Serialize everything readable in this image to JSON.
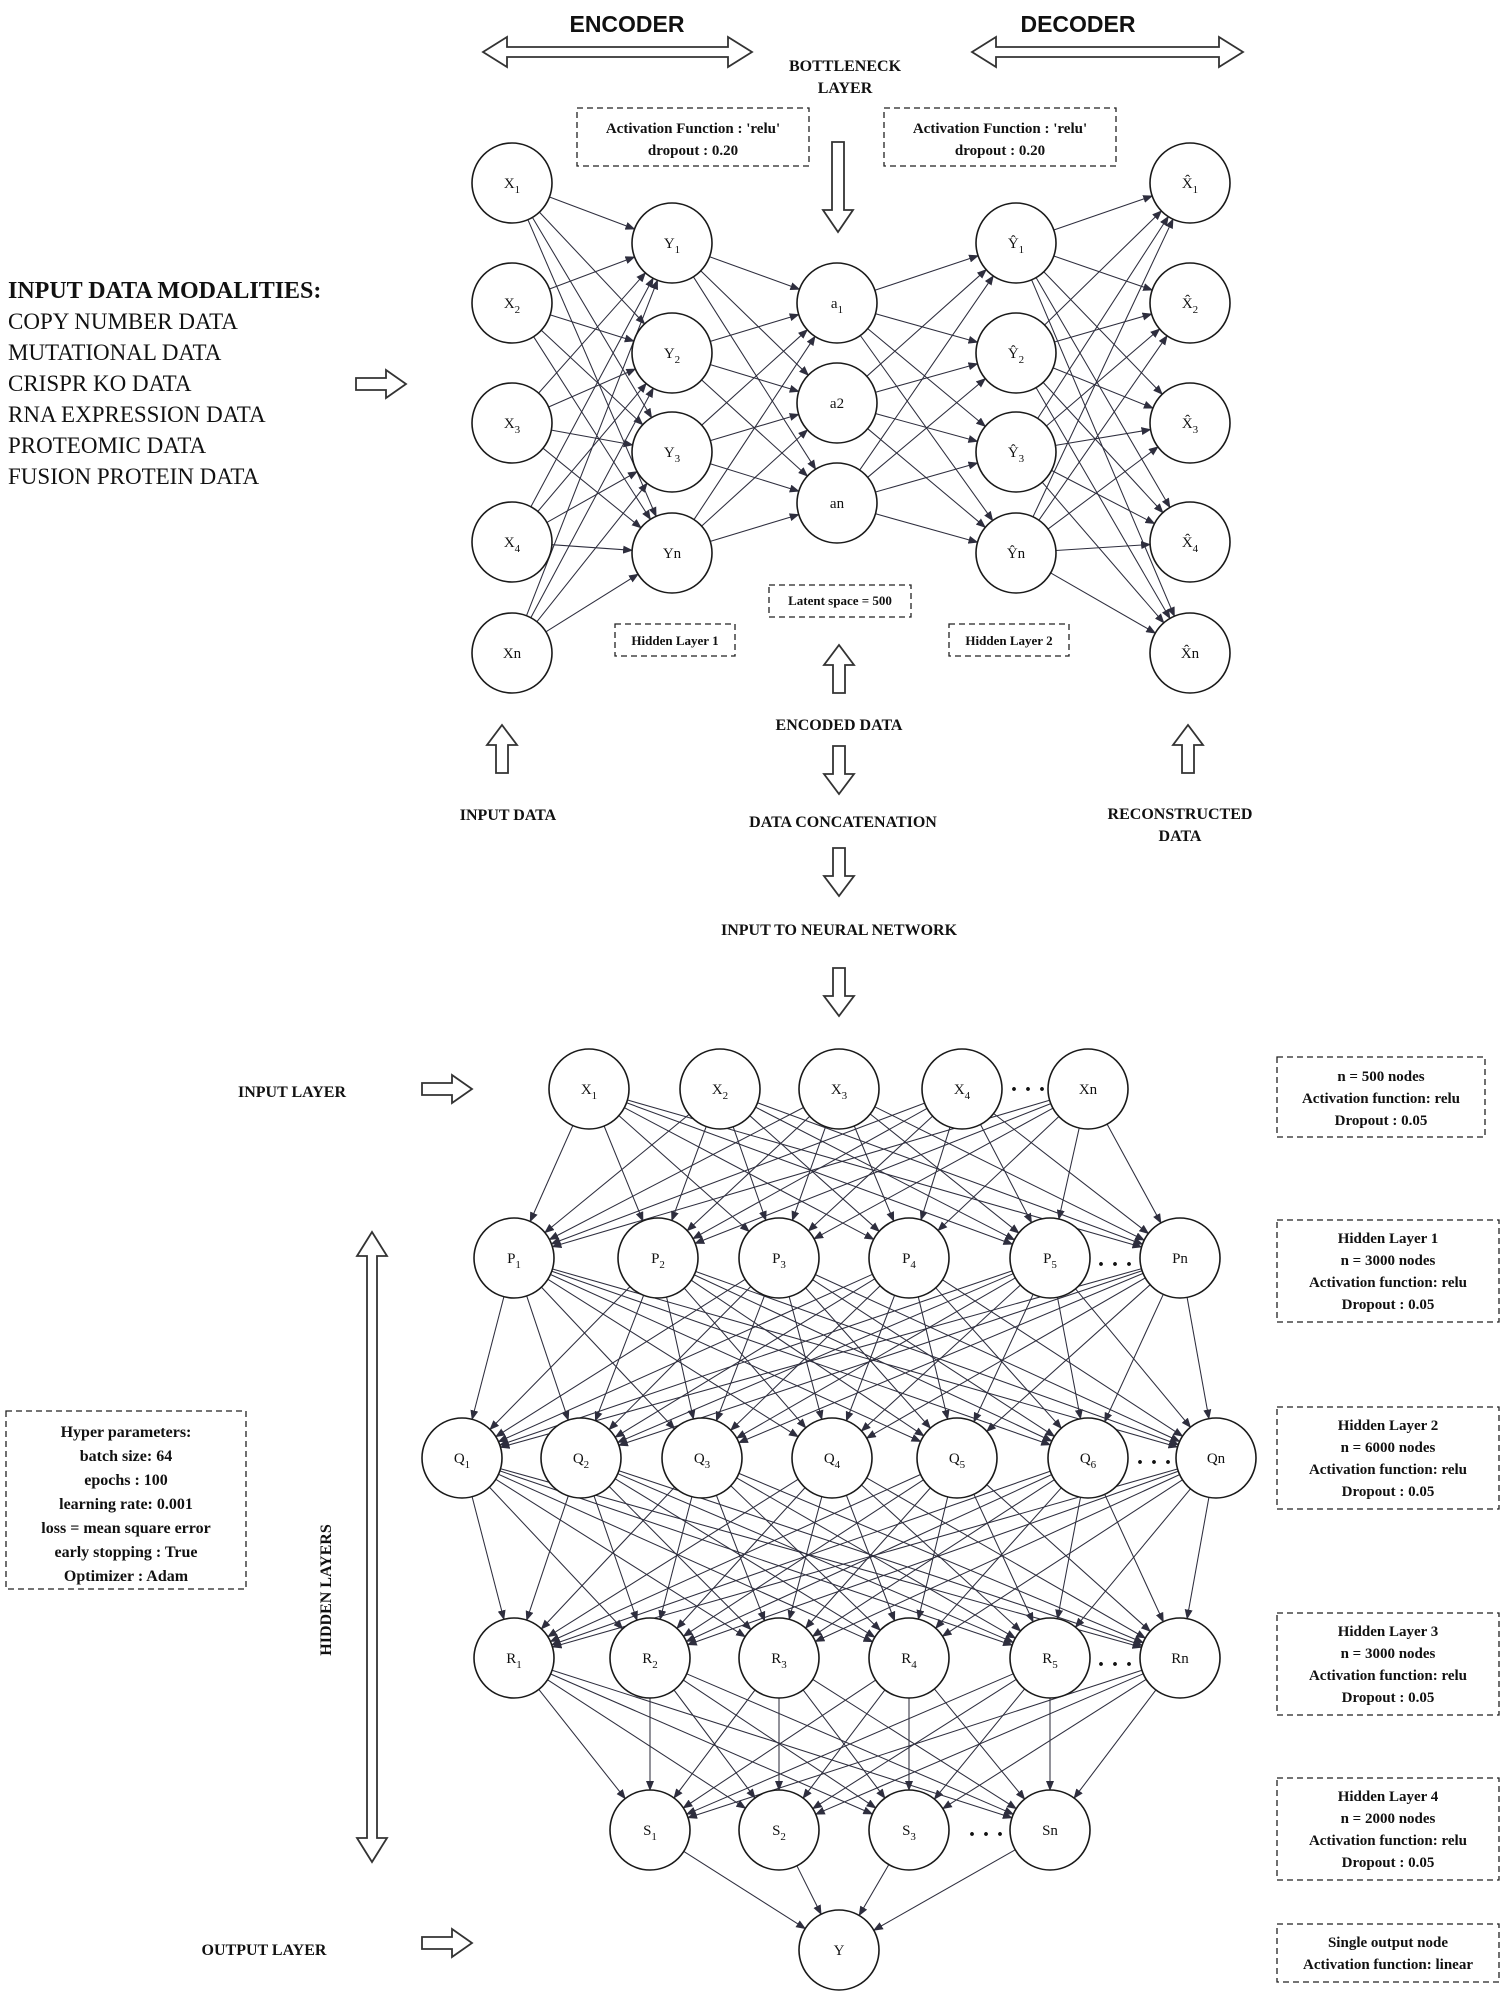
{
  "headers": {
    "encoder": "ENCODER",
    "decoder": "DECODER",
    "bottleneck": [
      "BOTTLENECK",
      "LAYER"
    ]
  },
  "input_modalities": {
    "title": "INPUT DATA MODALITIES:",
    "items": [
      "COPY NUMBER DATA",
      "MUTATIONAL DATA",
      "CRISPR KO DATA",
      "RNA EXPRESSION DATA",
      "PROTEOMIC DATA",
      "FUSION PROTEIN DATA"
    ]
  },
  "autoencoder": {
    "encoder_box": [
      "Activation Function : 'relu'",
      "dropout : 0.20"
    ],
    "decoder_box": [
      "Activation Function : 'relu'",
      "dropout : 0.20"
    ],
    "input_nodes": [
      [
        "X",
        "1"
      ],
      [
        "X",
        "2"
      ],
      [
        "X",
        "3"
      ],
      [
        "X",
        "4"
      ],
      [
        "Xn",
        ""
      ]
    ],
    "hidden1_nodes": [
      [
        "Y",
        "1"
      ],
      [
        "Y",
        "2"
      ],
      [
        "Y",
        "3"
      ],
      [
        "Yn",
        ""
      ]
    ],
    "latent_nodes": [
      [
        "a",
        "1"
      ],
      [
        "a2",
        ""
      ],
      [
        "an",
        ""
      ]
    ],
    "hidden2_nodes": [
      [
        "Ŷ",
        "1"
      ],
      [
        "Ŷ",
        "2"
      ],
      [
        "Ŷ",
        "3"
      ],
      [
        "Ŷn",
        ""
      ]
    ],
    "output_nodes": [
      [
        "X̂",
        "1"
      ],
      [
        "X̂",
        "2"
      ],
      [
        "X̂",
        "3"
      ],
      [
        "X̂",
        "4"
      ],
      [
        "X̂n",
        ""
      ]
    ],
    "hidden1_label": "Hidden Layer 1",
    "hidden2_label": "Hidden Layer 2",
    "latent_label": "Latent space = 500",
    "input_data": "INPUT DATA",
    "encoded_data": "ENCODED DATA",
    "data_concatenation": "DATA CONCATENATION",
    "reconstructed_data": [
      "RECONSTRUCTED",
      "DATA"
    ],
    "input_to_nn": "INPUT TO NEURAL NETWORK"
  },
  "network": {
    "input_layer_label": "INPUT LAYER",
    "output_layer_label": "OUTPUT  LAYER",
    "hidden_layers_label": "HIDDEN LAYERS",
    "layers": [
      {
        "nodes": [
          [
            "X",
            "1"
          ],
          [
            "X",
            "2"
          ],
          [
            "X",
            "3"
          ],
          [
            "X",
            "4"
          ],
          [
            "Xn",
            ""
          ]
        ],
        "box": [
          "n = 500 nodes",
          "Activation function: relu",
          "Dropout : 0.05"
        ]
      },
      {
        "nodes": [
          [
            "P",
            "1"
          ],
          [
            "P",
            "2"
          ],
          [
            "P",
            "3"
          ],
          [
            "P",
            "4"
          ],
          [
            "P",
            "5"
          ],
          [
            "Pn",
            ""
          ]
        ],
        "box": [
          "Hidden Layer 1",
          "n = 3000 nodes",
          "Activation function: relu",
          "Dropout : 0.05"
        ]
      },
      {
        "nodes": [
          [
            "Q",
            "1"
          ],
          [
            "Q",
            "2"
          ],
          [
            "Q",
            "3"
          ],
          [
            "Q",
            "4"
          ],
          [
            "Q",
            "5"
          ],
          [
            "Q",
            "6"
          ],
          [
            "Qn",
            ""
          ]
        ],
        "box": [
          "Hidden Layer 2",
          "n = 6000 nodes",
          "Activation function: relu",
          "Dropout : 0.05"
        ]
      },
      {
        "nodes": [
          [
            "R",
            "1"
          ],
          [
            "R",
            "2"
          ],
          [
            "R",
            "3"
          ],
          [
            "R",
            "4"
          ],
          [
            "R",
            "5"
          ],
          [
            "Rn",
            ""
          ]
        ],
        "box": [
          "Hidden Layer 3",
          "n = 3000 nodes",
          "Activation function: relu",
          "Dropout : 0.05"
        ]
      },
      {
        "nodes": [
          [
            "S",
            "1"
          ],
          [
            "S",
            "2"
          ],
          [
            "S",
            "3"
          ],
          [
            "Sn",
            ""
          ]
        ],
        "box": [
          "Hidden Layer 4",
          "n = 2000 nodes",
          "Activation function: relu",
          "Dropout : 0.05"
        ]
      },
      {
        "nodes": [
          [
            "Y",
            ""
          ]
        ],
        "box": [
          "Single output node",
          "Activation function: linear"
        ]
      }
    ],
    "ellipsis": "· · ·"
  },
  "hyperparameters": [
    "Hyper parameters:",
    "batch size: 64",
    "epochs : 100",
    "learning rate: 0.001",
    "loss = mean square error",
    "early stopping : True",
    "Optimizer : Adam"
  ]
}
